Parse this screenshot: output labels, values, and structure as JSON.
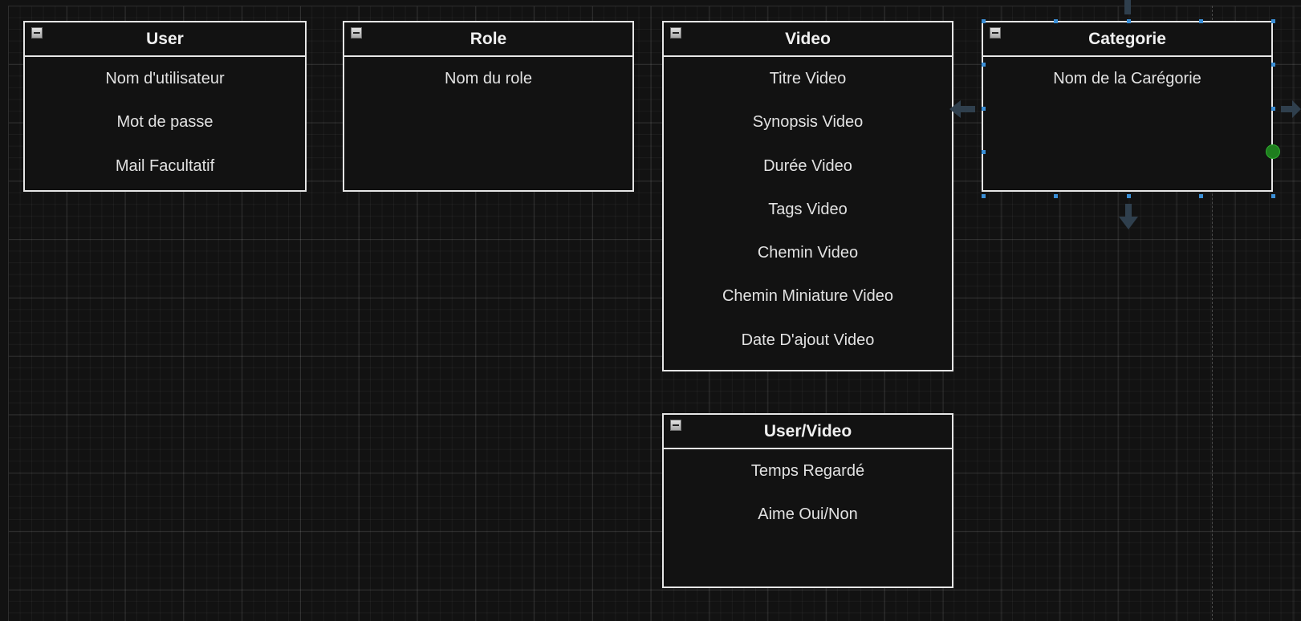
{
  "diagram": {
    "entities": [
      {
        "id": "user",
        "title": "User",
        "fields": [
          "Nom d'utilisateur",
          "Mot de passe",
          "Mail Facultatif"
        ]
      },
      {
        "id": "role",
        "title": "Role",
        "fields": [
          "Nom du role"
        ]
      },
      {
        "id": "video",
        "title": "Video",
        "fields": [
          "Titre Video",
          "Synopsis Video",
          "Durée Video",
          "Tags Video",
          "Chemin Video",
          "Chemin Miniature Video",
          "Date D'ajout Video"
        ]
      },
      {
        "id": "categorie",
        "title": "Categorie",
        "fields": [
          "Nom de la Carégorie"
        ],
        "selected": true
      },
      {
        "id": "user-video",
        "title": "User/Video",
        "fields": [
          "Temps Regardé",
          "Aime Oui/Non"
        ]
      }
    ]
  },
  "colors": {
    "background": "#121212",
    "entity_border": "#e6e6e6",
    "selection_handle": "#3b8fd6",
    "hover_arrow": "#2f3f4d",
    "connection_point": "#1e7e1e"
  }
}
